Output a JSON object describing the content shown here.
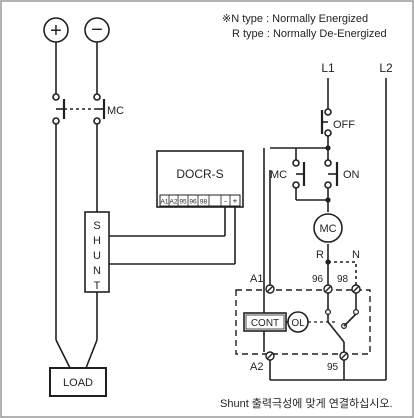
{
  "notes": {
    "line1": "※N type : Normally Energized",
    "line2": "R type : Normally De-Energized"
  },
  "power": {
    "plus": "+",
    "minus": "−"
  },
  "lines": {
    "l1": "L1",
    "l2": "L2"
  },
  "contacts": {
    "mc_top": "MC",
    "off": "OFF",
    "mc_hold": "MC",
    "on": "ON"
  },
  "coil": {
    "mc": "MC"
  },
  "device": {
    "name": "DOCR-S",
    "terminals": [
      "A1",
      "A2",
      "95",
      "96",
      "98",
      "-",
      "+"
    ]
  },
  "shunt": {
    "letters": [
      "S",
      "H",
      "U",
      "N",
      "T"
    ]
  },
  "relay": {
    "r": "R",
    "n": "N",
    "a1": "A1",
    "a2": "A2",
    "t96": "96",
    "t98": "98",
    "t95": "95",
    "cont": "CONT",
    "ol": "OL"
  },
  "load": {
    "label": "LOAD"
  },
  "footer": {
    "text": "Shunt 출력극성에 맞게 연결하십시오."
  }
}
